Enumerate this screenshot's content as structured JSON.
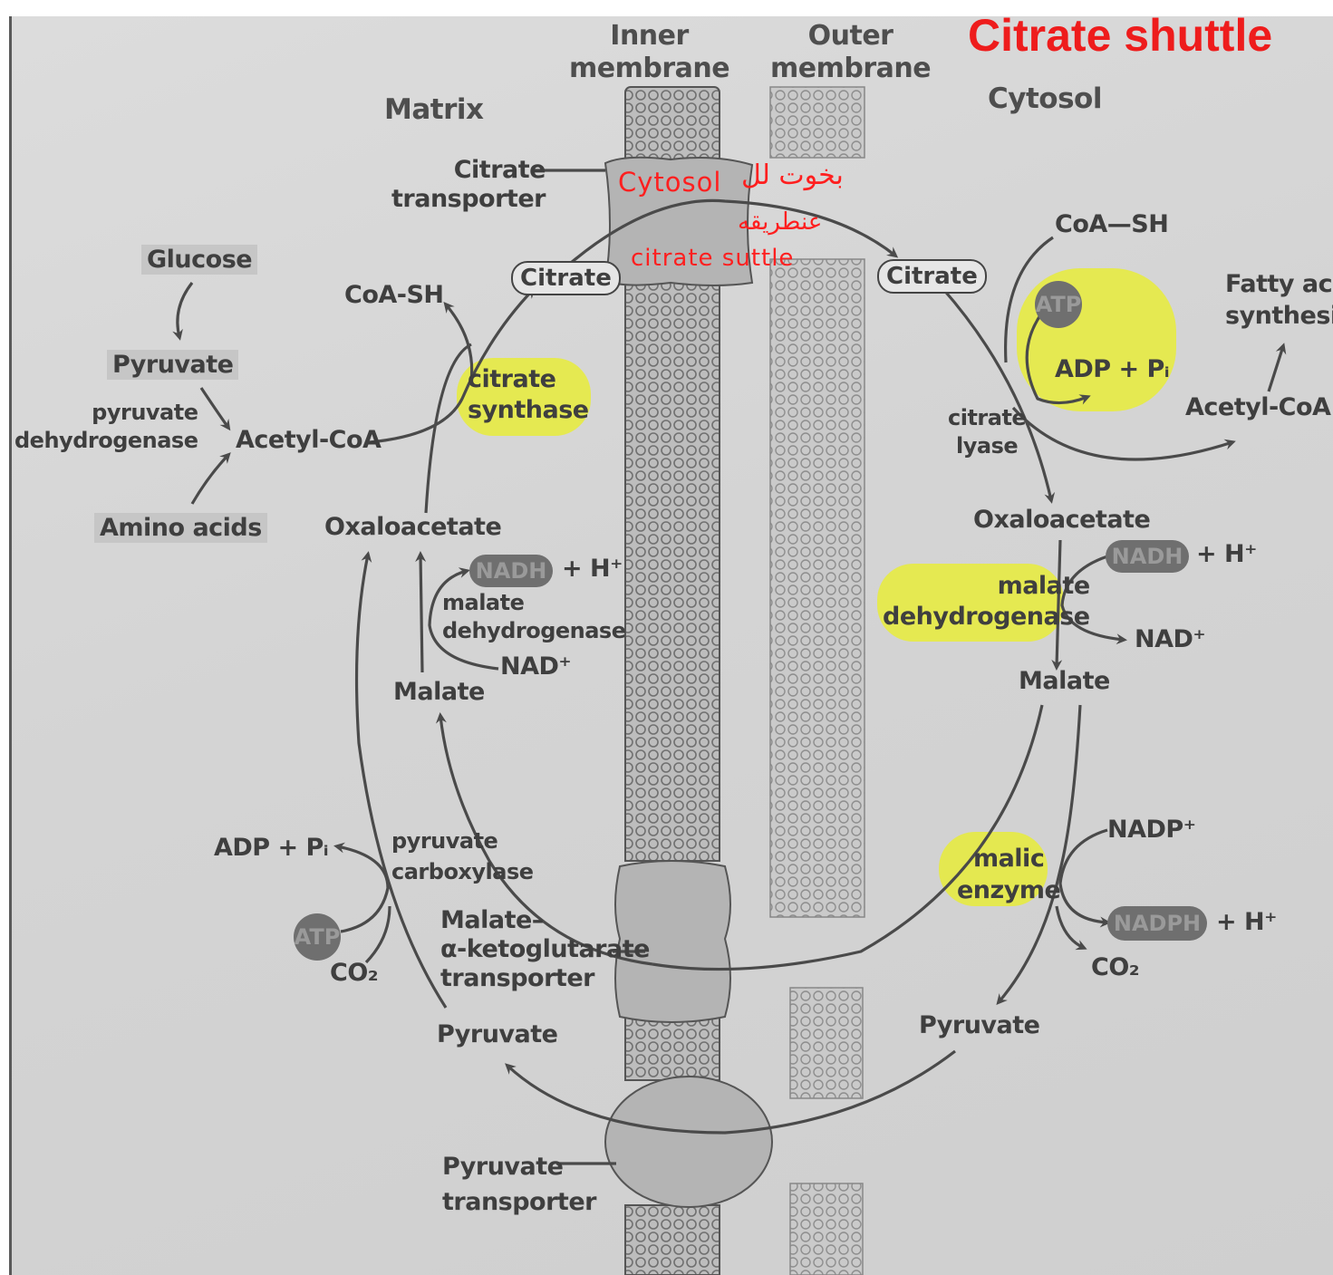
{
  "title": "Citrate shuttle",
  "regions": {
    "inner_membrane": "Inner\nmembrane",
    "outer_membrane": "Outer\nmembrane",
    "matrix": "Matrix",
    "cytosol": "Cytosol"
  },
  "transporters": {
    "citrate": "Citrate\ntransporter",
    "malate_akg": "Malate–\nα-ketoglutarate\ntransporter",
    "pyruvate": "Pyruvate\ntransporter"
  },
  "matrix_side": {
    "glucose": "Glucose",
    "pyruvate_top": "Pyruvate",
    "pyruvate_dehydrogenase": "pyruvate\ndehydrogenase",
    "amino_acids": "Amino acids",
    "acetyl_coa": "Acetyl-CoA",
    "coa_sh": "CoA-SH",
    "citrate": "Citrate",
    "citrate_synthase": "citrate\nsynthase",
    "oxaloacetate": "Oxaloacetate",
    "nadh": "NADH",
    "nadh_h": "+ H⁺",
    "malate_dehydrogenase": "malate\ndehydrogenase",
    "nad": "NAD⁺",
    "malate": "Malate",
    "adp_pi": "ADP + Pᵢ",
    "pyruvate_carboxylase": "pyruvate\ncarboxylase",
    "atp": "ATP",
    "co2": "CO₂",
    "pyruvate_bottom": "Pyruvate"
  },
  "cytosol_side": {
    "citrate": "Citrate",
    "coa_sh": "CoA—SH",
    "atp": "ATP",
    "adp_pi": "ADP + Pᵢ",
    "citrate_lyase": "citrate\nlyase",
    "fatty_acid_synthesis": "Fatty acid\nsynthesis",
    "acetyl_coa": "Acetyl-CoA",
    "oxaloacetate": "Oxaloacetate",
    "nadh": "NADH",
    "nadh_h": "+ H⁺",
    "malate_dehydrogenase": "malate\ndehydrogenase",
    "nad": "NAD⁺",
    "malate": "Malate",
    "nadp": "NADP⁺",
    "malic_enzyme": "malic\nenzyme",
    "nadph": "NADPH",
    "nadph_h": "+ H⁺",
    "co2": "CO₂",
    "pyruvate": "Pyruvate"
  },
  "annotations": {
    "arabic_line1": "بخوت لل",
    "cytosol_word": "Cytosol",
    "arabic_line2": "عنطريقه",
    "citrate_suttle": "citrate suttle"
  },
  "colors": {
    "title": "#ee1c1c",
    "annotation": "#ff1f1f",
    "highlight": "#e8ec3a",
    "text": "#3f3f3f",
    "arrow": "#4a4a4a",
    "membrane": "#a9a9a9"
  }
}
